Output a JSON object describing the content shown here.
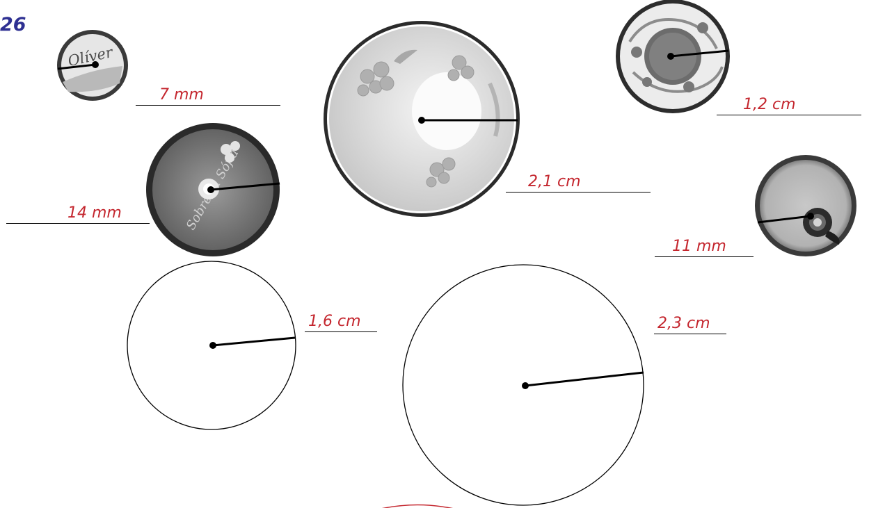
{
  "page": {
    "number": "26"
  },
  "colors": {
    "page_number": "#2e3092",
    "answer_text": "#c4262e",
    "button_fill": "#d8d8d8",
    "dark_button": "#7a7a7a",
    "line": "#000000"
  },
  "buttons": [
    {
      "name": "oliver-button",
      "radius_answer": "7 mm",
      "engraving": "Olíver"
    },
    {
      "name": "flower-button",
      "radius_answer": "2,1 cm"
    },
    {
      "name": "creature-button",
      "radius_answer": "1,2 cm"
    },
    {
      "name": "sobreira-button",
      "radius_answer": "14 mm",
      "engraving": "Sobreira Sófia"
    },
    {
      "name": "shank-button",
      "radius_answer": "11 mm"
    }
  ],
  "circles": [
    {
      "name": "circle-small",
      "radius_answer": "1,6 cm"
    },
    {
      "name": "circle-large",
      "radius_answer": "2,3 cm"
    }
  ]
}
